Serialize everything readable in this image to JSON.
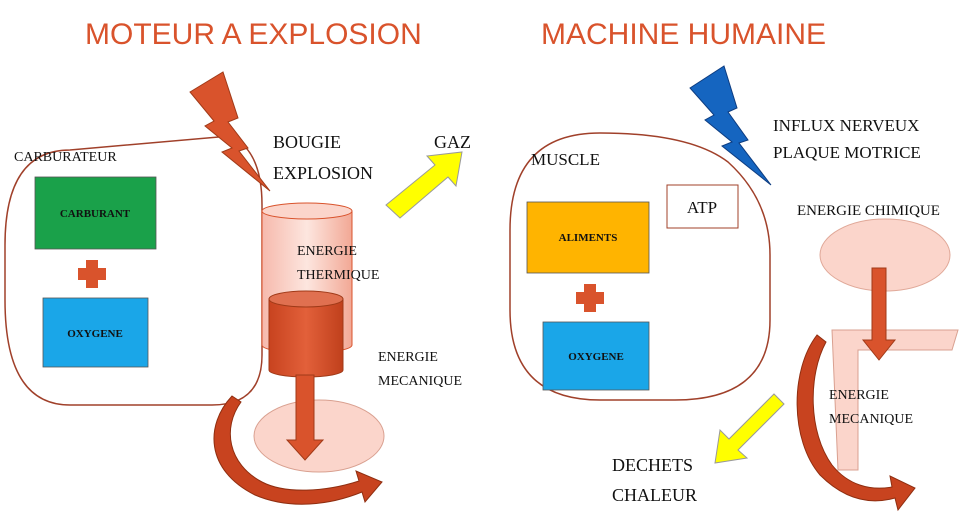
{
  "left": {
    "title": "MOTEUR A EXPLOSION",
    "carburateur": "CARBURATEUR",
    "carburant": "CARBURANT",
    "oxygene": "OXYGENE",
    "bougie": "BOUGIE",
    "explosion": "EXPLOSION",
    "gaz": "GAZ",
    "energie_thermique_1": "ENERGIE",
    "energie_thermique_2": "THERMIQUE",
    "energie_mecanique_1": "ENERGIE",
    "energie_mecanique_2": "MECANIQUE"
  },
  "right": {
    "title": "MACHINE HUMAINE",
    "muscle": "MUSCLE",
    "atp": "ATP",
    "aliments": "ALIMENTS",
    "oxygene": "OXYGENE",
    "influx_1": "INFLUX NERVEUX",
    "influx_2": "PLAQUE MOTRICE",
    "energie_chimique": "ENERGIE CHIMIQUE",
    "energie_mecanique_1": "ENERGIE",
    "energie_mecanique_2": "MECANIQUE",
    "dechets": "DECHETS",
    "chaleur": "CHALEUR"
  },
  "colors": {
    "title": "#d9532c",
    "lightning_left": "#d9532c",
    "lightning_right": "#1565c0",
    "carburant_box": "#1aa14a",
    "aliments_box": "#ffb400",
    "oxygene_box": "#1aa6e8",
    "plus": "#d9532c",
    "yellow_arrow": "#ffff00",
    "outline": "#a0402a"
  }
}
